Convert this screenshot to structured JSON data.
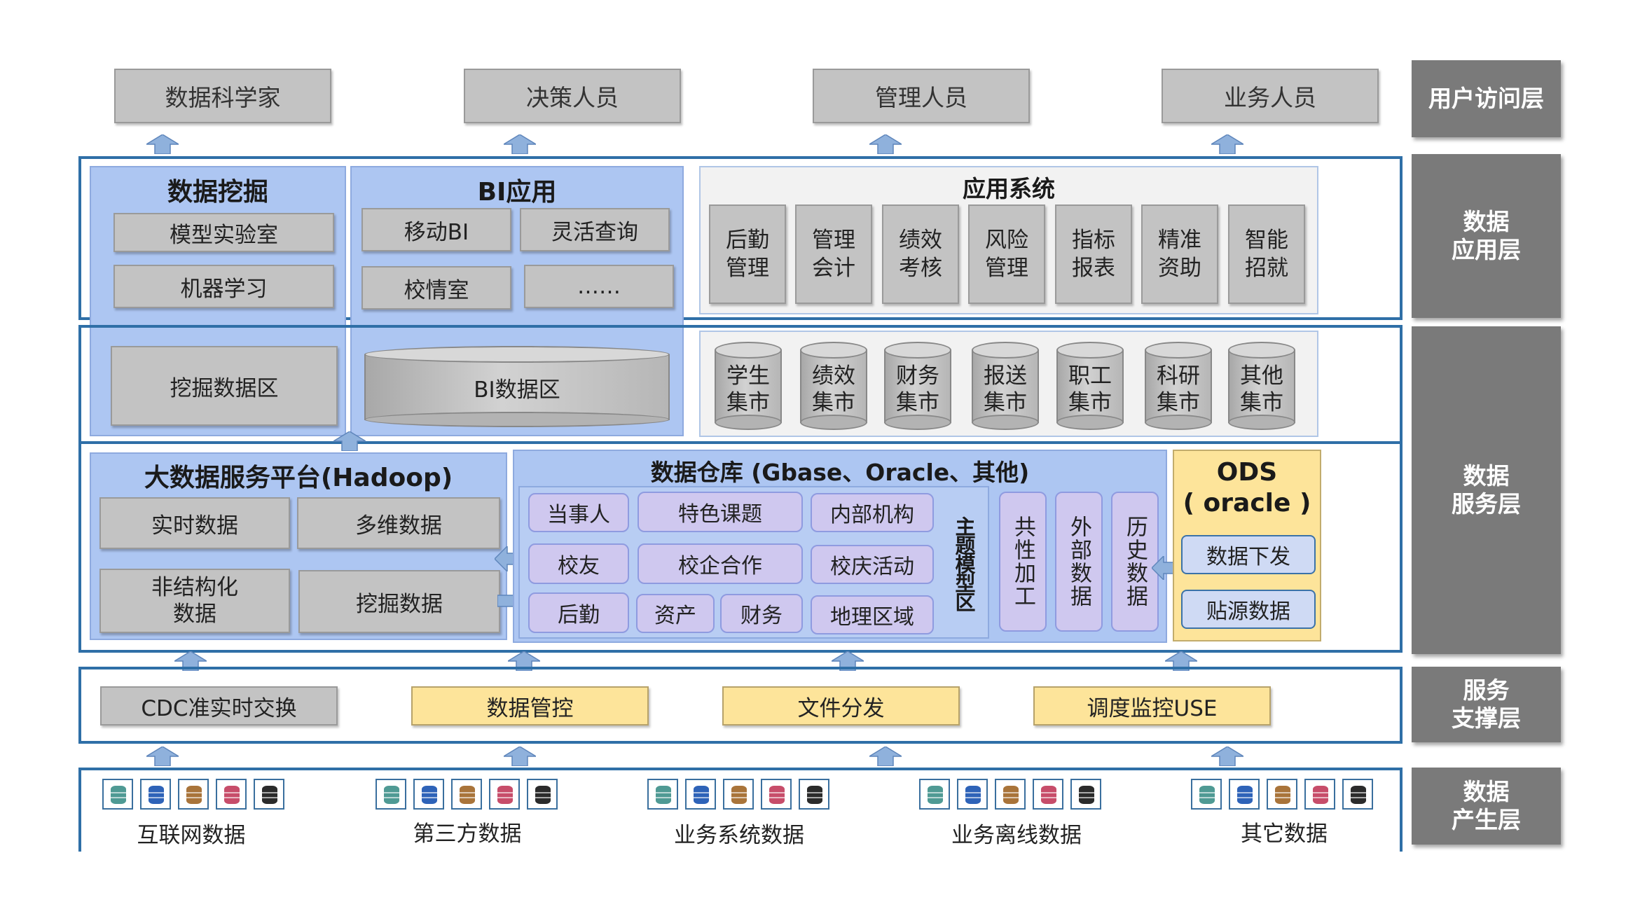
{
  "users": [
    "数据科学家",
    "决策人员",
    "管理人员",
    "业务人员"
  ],
  "layers": {
    "user_access": "用户访问层",
    "data_app": "数据\n应用层",
    "data_service": "数据\n服务层",
    "service_support": "服务\n支撑层",
    "data_production": "数据\n产生层"
  },
  "mining": {
    "title": "数据挖掘",
    "items": [
      "模型实验室",
      "机器学习"
    ],
    "zone": "挖掘数据区"
  },
  "bi": {
    "title": "BI应用",
    "items": [
      "移动BI",
      "灵活查询",
      "校情室",
      "……"
    ],
    "zone": "BI数据区"
  },
  "appsys": {
    "title": "应用系统",
    "items": [
      "后勤\n管理",
      "管理\n会计",
      "绩效\n考核",
      "风险\n管理",
      "指标\n报表",
      "精准\n资助",
      "智能\n招就"
    ]
  },
  "marts": [
    "学生\n集市",
    "绩效\n集市",
    "财务\n集市",
    "报送\n集市",
    "职工\n集市",
    "科研\n集市",
    "其他\n集市"
  ],
  "hadoop": {
    "title": "大数据服务平台(Hadoop)",
    "items": [
      "实时数据",
      "多维数据",
      "非结构化\n数据",
      "挖掘数据"
    ]
  },
  "warehouse": {
    "title": "数据仓库 (Gbase、Oracle、其他)",
    "topics": [
      "当事人",
      "特色课题",
      "内部机构",
      "校友",
      "校企合作",
      "校庆活动",
      "后勤",
      "资产",
      "财务",
      "地理区域"
    ],
    "model_label": "主题模型区",
    "columns": [
      "共性加工",
      "外部数据",
      "历史数据"
    ]
  },
  "ods": {
    "title": "ODS\n( oracle )",
    "items": [
      "数据下发",
      "贴源数据"
    ]
  },
  "support": [
    "CDC准实时交换",
    "数据管控",
    "文件分发",
    "调度监控USE"
  ],
  "sources": [
    "互联网数据",
    "第三方数据",
    "业务系统数据",
    "业务离线数据",
    "其它数据"
  ],
  "db_icon_colors": [
    "#4f9a94",
    "#2e63b8",
    "#a9743a",
    "#c74d6a",
    "#2b2b2b"
  ]
}
